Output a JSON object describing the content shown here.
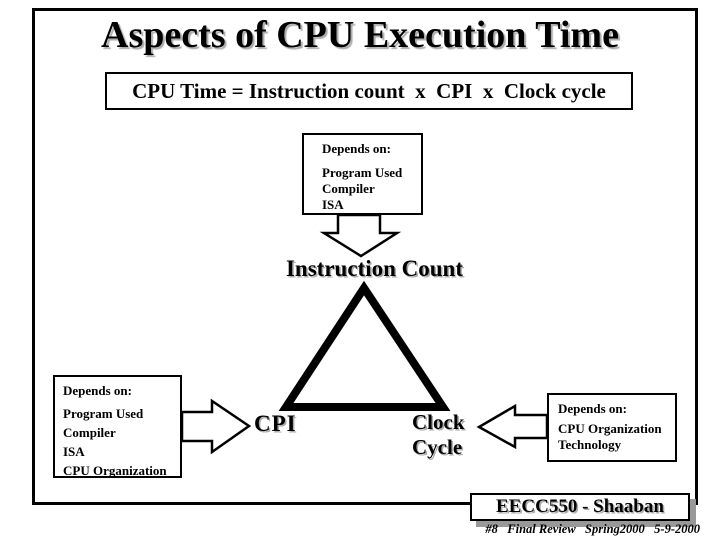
{
  "slide": {
    "title": "Aspects of CPU Execution Time",
    "formula": "CPU Time = Instruction count  x  CPI  x  Clock cycle"
  },
  "top_box": {
    "heading": "Depends on:",
    "items": [
      "Program Used",
      "Compiler",
      "ISA"
    ]
  },
  "left_box": {
    "heading": "Depends on:",
    "items": [
      "Program Used",
      "Compiler",
      "ISA",
      "CPU Organization"
    ]
  },
  "right_box": {
    "heading": "Depends on:",
    "items": [
      "CPU Organization",
      "Technology"
    ]
  },
  "triangle_labels": {
    "top": "Instruction Count",
    "bottom_left": "CPI",
    "bottom_right": "Clock Cycle"
  },
  "footer": {
    "course": "EECC550 - Shaaban",
    "meta": "#8   Final Review   Spring2000   5-9-2000"
  },
  "colors": {
    "text": "#000000",
    "background": "#ffffff",
    "box_shadow_gray": "#999999",
    "text_shadow_gray": "#aaaaaa"
  }
}
